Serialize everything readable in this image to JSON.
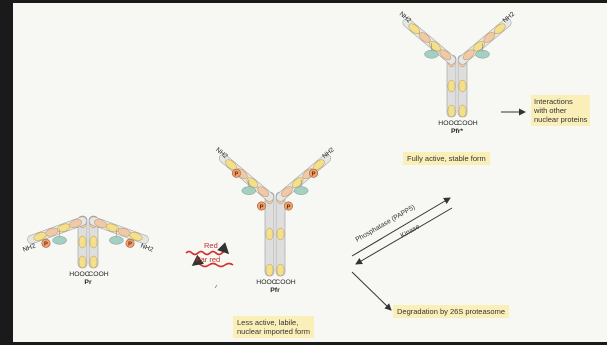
{
  "molecules": {
    "pr": {
      "name": "Pr",
      "left_terminus": "HOOC",
      "right_terminus": "COOH",
      "n_terminus": "NH2",
      "phospho": "P"
    },
    "pfr": {
      "name": "Pfr",
      "left_terminus": "HOOC",
      "right_terminus": "COOH",
      "n_terminus": "NH2",
      "phospho": "P"
    },
    "pfr_star": {
      "name": "Pfr*",
      "left_terminus": "HOOC",
      "right_terminus": "COOH",
      "n_terminus": "NH2"
    }
  },
  "light": {
    "red": "Red",
    "far_red": "Far red",
    "red_color": "#d2322d"
  },
  "enzymes": {
    "phosphatase": "Phosphatase (PAPP5)",
    "kinase": "Kinase"
  },
  "captions": {
    "pfr_star": "Fully active, stable form",
    "pfr": [
      "Less active, labile,",
      "nuclear imported form"
    ],
    "interactions": [
      "Interactions",
      "with other",
      "nuclear proteins"
    ],
    "degradation": "Degradation by 26S proteasome"
  },
  "colors": {
    "background": "#f7f7f4",
    "caption": "#fbefb9",
    "domain_peach": "#f2c9a8",
    "domain_yellow": "#f4e08a",
    "domain_teal": "#a6cfc3",
    "phospho": "#f0a070"
  }
}
